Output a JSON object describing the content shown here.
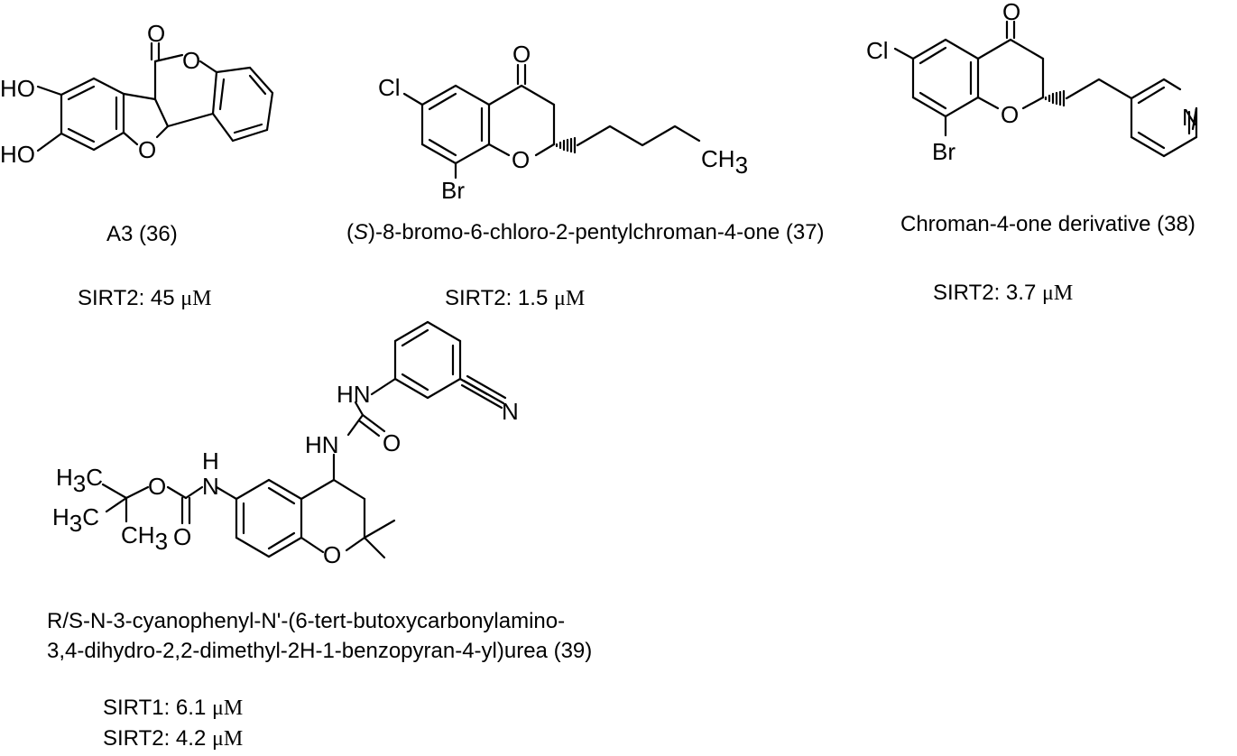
{
  "compounds": [
    {
      "id": "36",
      "name": "A3 (36)",
      "activities": [
        {
          "target": "SIRT2:",
          "value": "45",
          "unit": "μM"
        }
      ],
      "atoms": {
        "o1": "O",
        "o2": "O",
        "o3": "O",
        "ho1": "HO",
        "ho2": "HO"
      }
    },
    {
      "id": "37",
      "name_prefix": "(",
      "name_italic": "S",
      "name_rest": ")-8-bromo-6-chloro-2-pentylchroman-4-one (37)",
      "activities": [
        {
          "target": "SIRT2:",
          "value": "1.5",
          "unit": "μM"
        }
      ],
      "atoms": {
        "o1": "O",
        "o2": "O",
        "cl": "Cl",
        "br": "Br",
        "ch3": "CH",
        "ch3_sub": "3"
      }
    },
    {
      "id": "38",
      "name": "Chroman-4-one derivative (38)",
      "activities": [
        {
          "target": "SIRT2:",
          "value": "3.7",
          "unit": "μM"
        }
      ],
      "atoms": {
        "o1": "O",
        "o2": "O",
        "cl": "Cl",
        "br": "Br",
        "n": "N"
      }
    },
    {
      "id": "39",
      "name_line1": "R/S-N-3-cyanophenyl-N'-(6-tert-butoxycarbonylamino-",
      "name_line2": "3,4-dihydro-2,2-dimethyl-2H-1-benzopyran-4-yl)urea (39)",
      "activities": [
        {
          "target": "SIRT1:",
          "value": "6.1",
          "unit": "μM"
        },
        {
          "target": "SIRT2:",
          "value": "4.2",
          "unit": "μM"
        }
      ],
      "atoms": {
        "hn1": "HN",
        "hn2": "HN",
        "n_cn": "N",
        "o_urea": "O",
        "h_nh": "H",
        "n_nh": "N",
        "o_ester": "O",
        "o_carbonyl": "O",
        "o_ring": "O",
        "h3c_1": "H",
        "h3c_1_sub": "3",
        "h3c_1_c": "C",
        "h3c_2": "H",
        "h3c_2_sub": "3",
        "h3c_2_c": "C",
        "ch3": "CH",
        "ch3_sub": "3"
      }
    }
  ]
}
